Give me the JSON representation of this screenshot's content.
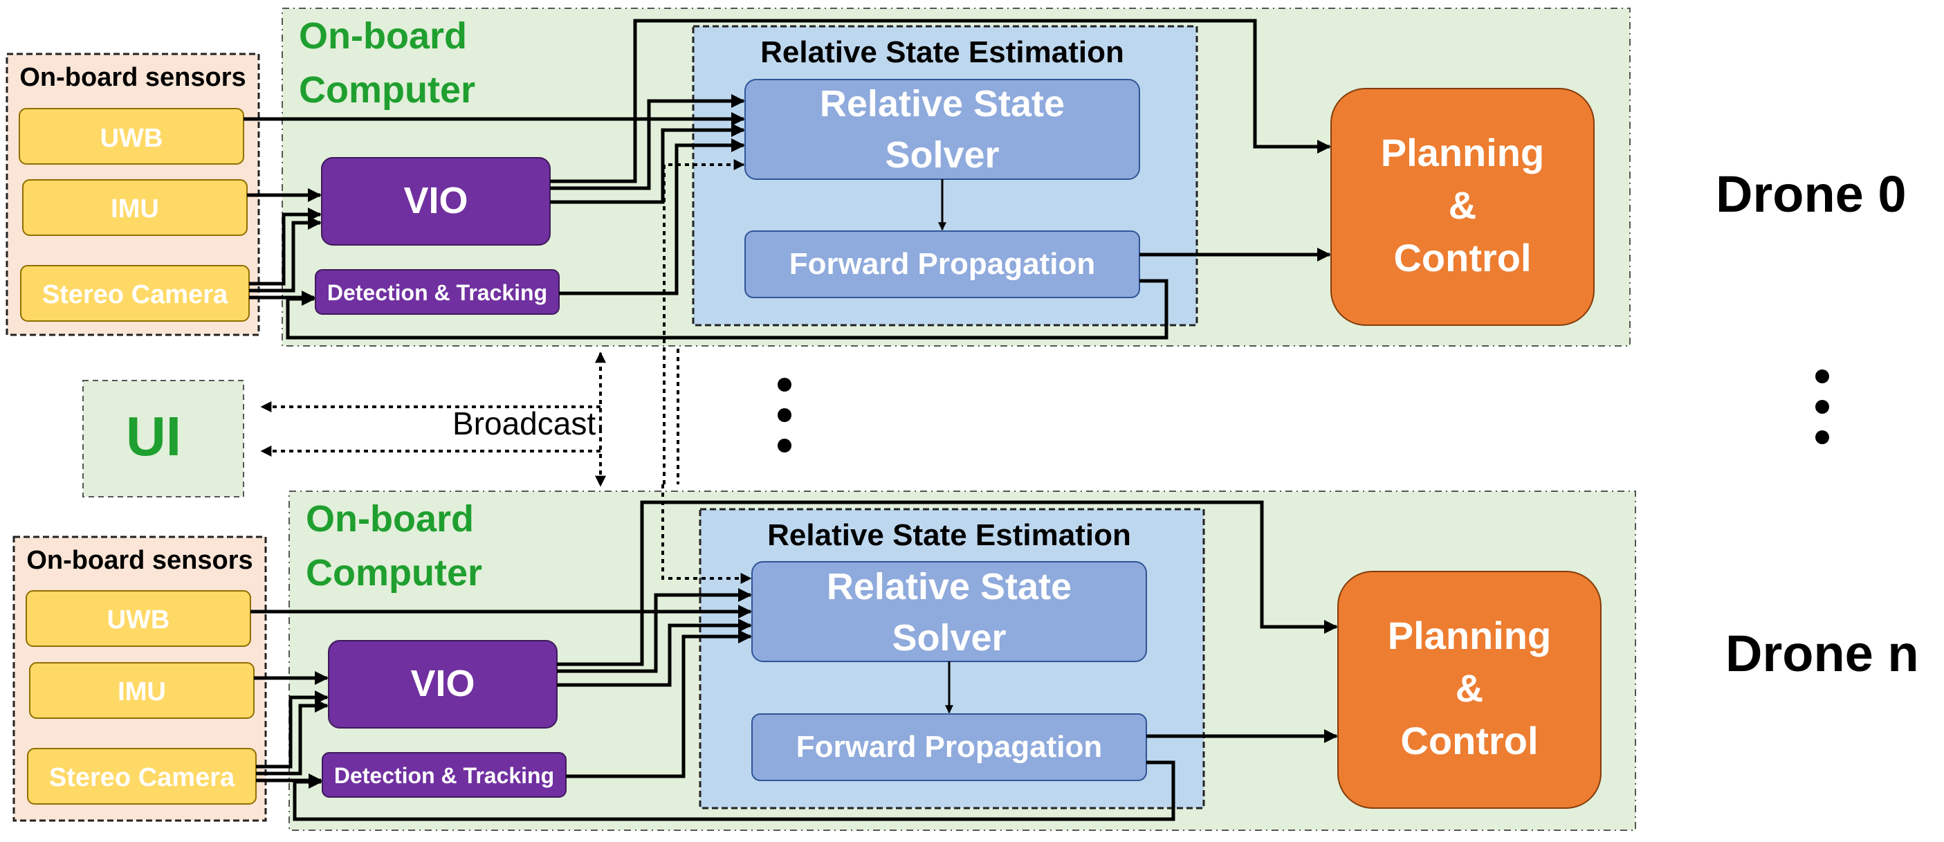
{
  "drone0": {
    "label": "Drone 0",
    "computer_line1": "On-board",
    "computer_line2": "Computer",
    "sensors_title": "On-board sensors",
    "sensors": [
      "UWB",
      "IMU",
      "Stereo Camera"
    ],
    "vio": "VIO",
    "detection": "Detection & Tracking",
    "rse_title": "Relative State Estimation",
    "solver_line1": "Relative State",
    "solver_line2": "Solver",
    "forward": "Forward Propagation",
    "planning": [
      "Planning",
      "&",
      "Control"
    ]
  },
  "droneN": {
    "label": "Drone n",
    "computer_line1": "On-board",
    "computer_line2": "Computer",
    "sensors_title": "On-board sensors",
    "sensors": [
      "UWB",
      "IMU",
      "Stereo Camera"
    ],
    "vio": "VIO",
    "detection": "Detection & Tracking",
    "rse_title": "Relative State Estimation",
    "solver_line1": "Relative State",
    "solver_line2": "Solver",
    "forward": "Forward Propagation",
    "planning": [
      "Planning",
      "&",
      "Control"
    ]
  },
  "ui_label": "UI",
  "broadcast_label": "Broadcast",
  "colors": {
    "computer_bg": "#e2efda",
    "sensor_panel_bg": "#fbe5d6",
    "sensor_fill": "#ffd966",
    "sensor_stroke": "#8f6f00",
    "purple": "#7030a0",
    "rse_bg": "#bdd7ee",
    "blue_box": "#8faadc",
    "blue_stroke": "#2f5597",
    "orange": "#ed7d31",
    "orange_stroke": "#843c0c",
    "green_text": "#1f9f2f",
    "ui_bg": "#e2efda"
  }
}
